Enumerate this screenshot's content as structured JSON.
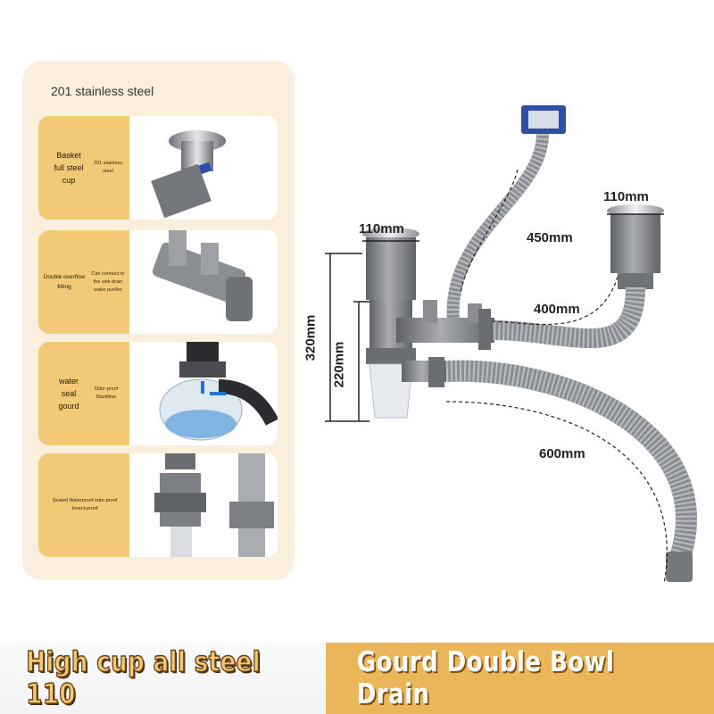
{
  "panel": {
    "heading": "201 stainless steel",
    "cards": [
      {
        "label": "Basket full steel cup",
        "note": "201 stainless steel"
      },
      {
        "label": "Double overflow fitting",
        "note": "Can connect to the sink drain water purifier"
      },
      {
        "label": "water seal gourd",
        "note": "Odor-proof Backflow"
      },
      {
        "label": "",
        "note": "Sealed Waterproof odor-proof Insect-proof"
      }
    ]
  },
  "dimensions": {
    "left_basket": "110mm",
    "right_basket": "110mm",
    "overflow_hose": "450mm",
    "connector_hose": "400mm",
    "drain_hose": "600mm",
    "total_height": "320mm",
    "inner_height": "220mm"
  },
  "banner": {
    "left_title": "High cup all steel 110",
    "right_title": "Gourd Double Bowl Drain"
  },
  "colors": {
    "panel_bg": "#faefdd",
    "tab_gold": "#f1c977",
    "banner_gold": "#ebb55a",
    "pipe_gray": "#8a8d92",
    "overflow_blue": "#2d4fa8"
  }
}
